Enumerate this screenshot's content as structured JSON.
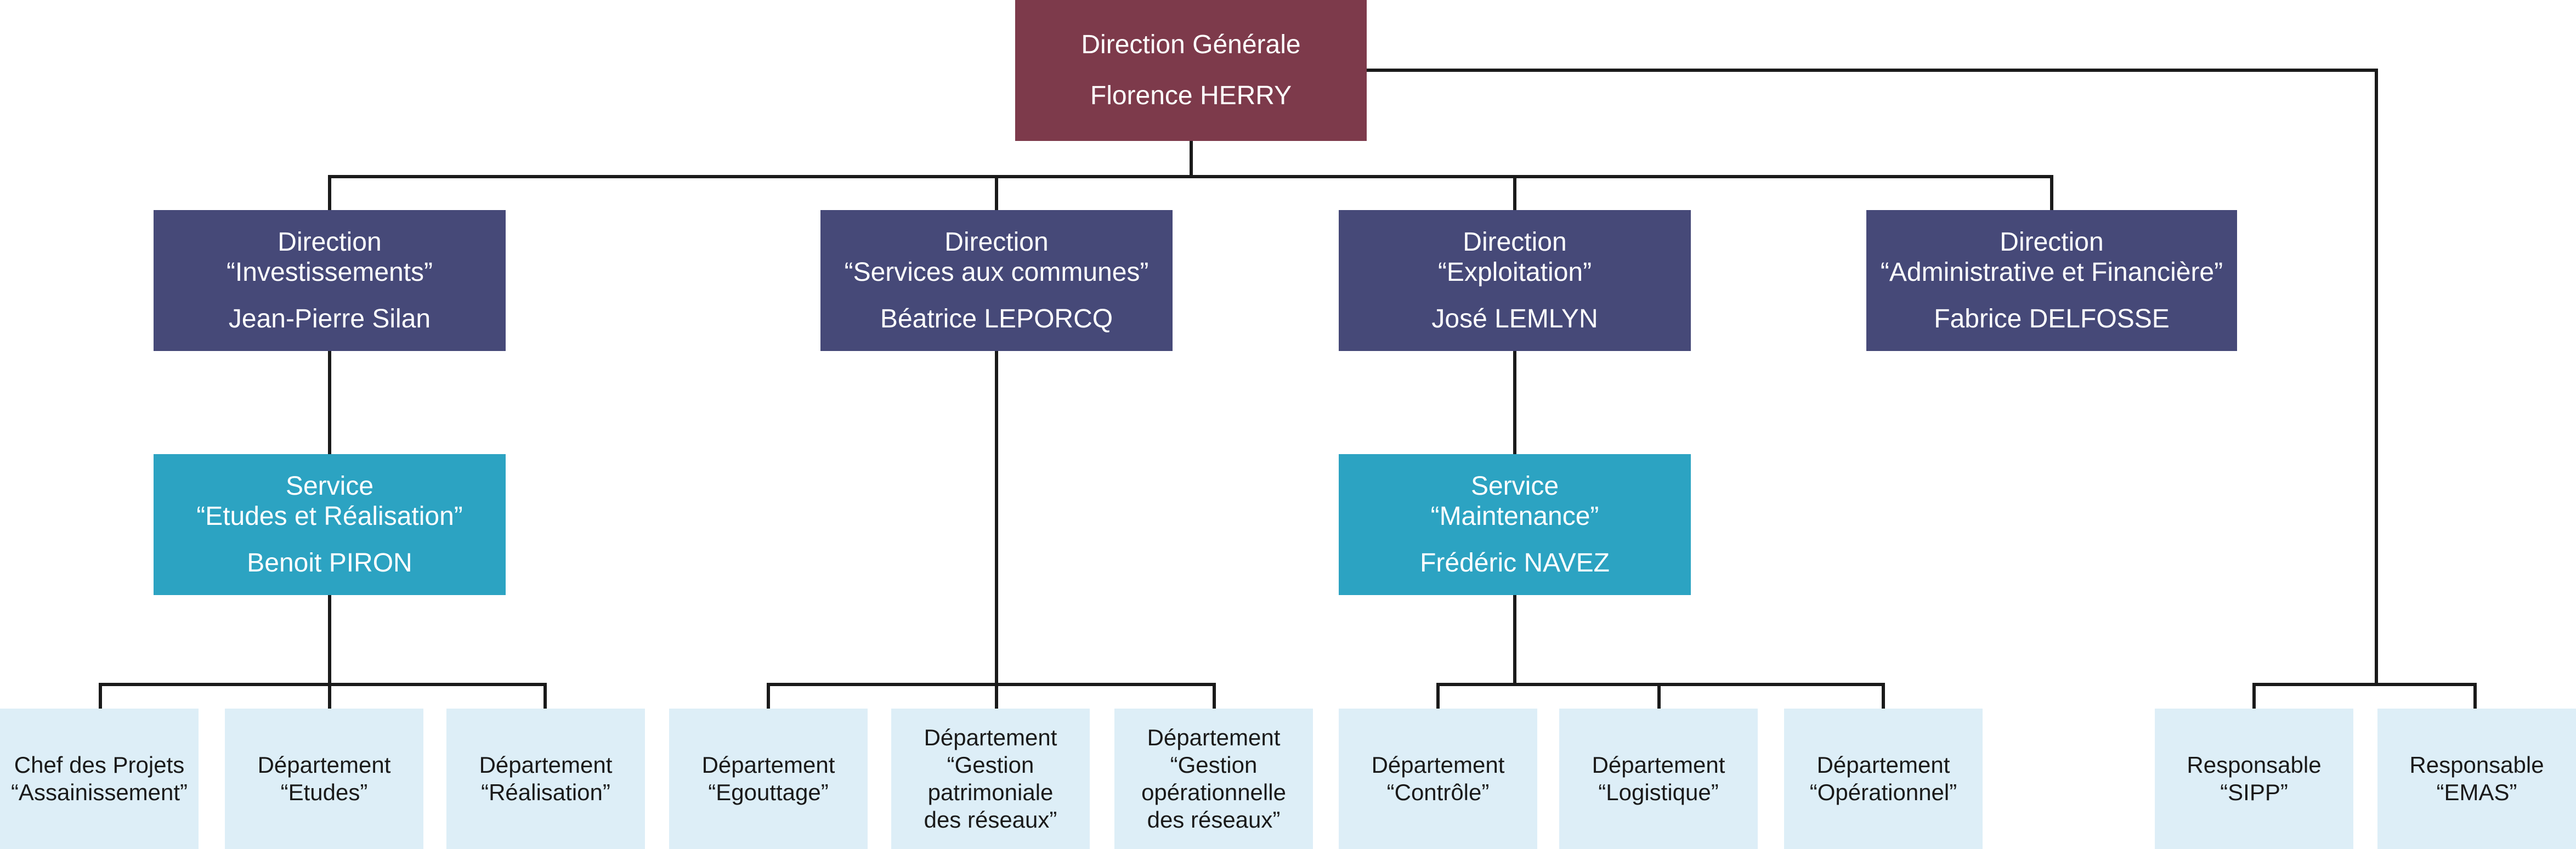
{
  "general": {
    "line1": "Direction Générale",
    "name": "Florence HERRY"
  },
  "directions": [
    {
      "line1": "Direction",
      "line2": "“Investissements”",
      "name": "Jean-Pierre Silan"
    },
    {
      "line1": "Direction",
      "line2": "“Services aux communes”",
      "name": "Béatrice LEPORCQ"
    },
    {
      "line1": "Direction",
      "line2": "“Exploitation”",
      "name": "José LEMLYN"
    },
    {
      "line1": "Direction",
      "line2": "“Administrative et Financière”",
      "name": "Fabrice DELFOSSE"
    }
  ],
  "services": [
    {
      "line1": "Service",
      "line2": "“Etudes et Réalisation”",
      "name": "Benoit PIRON"
    },
    {
      "line1": "Service",
      "line2": "“Maintenance”",
      "name": "Frédéric NAVEZ"
    }
  ],
  "units": [
    {
      "lines": [
        "Chef des Projets",
        "“Assainissement”"
      ]
    },
    {
      "lines": [
        "Département",
        "“Etudes”"
      ]
    },
    {
      "lines": [
        "Département",
        "“Réalisation”"
      ]
    },
    {
      "lines": [
        "Département",
        "“Egouttage”"
      ]
    },
    {
      "lines": [
        "Département",
        "“Gestion",
        "patrimoniale",
        "des réseaux”"
      ]
    },
    {
      "lines": [
        "Département",
        "“Gestion",
        "opérationnelle",
        "des réseaux”"
      ]
    },
    {
      "lines": [
        "Département",
        "“Contrôle”"
      ]
    },
    {
      "lines": [
        "Département",
        "“Logistique”"
      ]
    },
    {
      "lines": [
        "Département",
        "“Opérationnel”"
      ]
    },
    {
      "lines": [
        "Responsable",
        "“SIPP”"
      ]
    },
    {
      "lines": [
        "Responsable",
        "“EMAS”"
      ]
    }
  ],
  "colors": {
    "general": "#7d3a4b",
    "direction": "#464978",
    "service": "#2ca3c2",
    "unit": "#ddeef7",
    "connector": "#1a1a1a"
  }
}
